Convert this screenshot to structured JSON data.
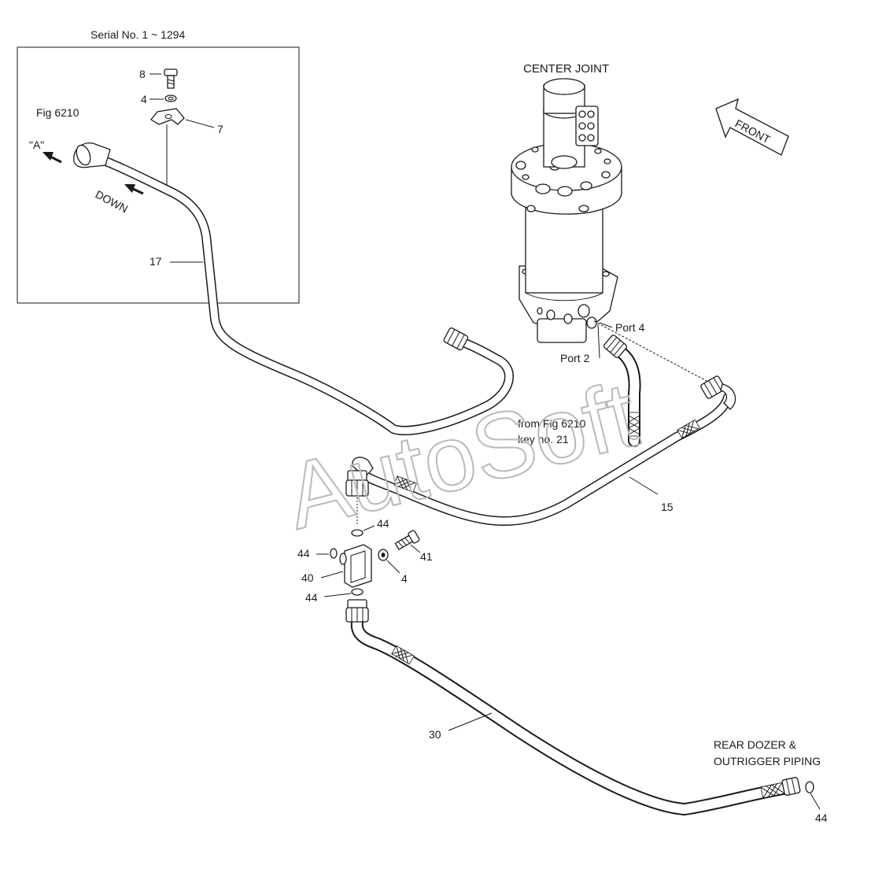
{
  "diagram": {
    "serial_range": "Serial No. 1 ~ 1294",
    "inset_fig": "Fig 6210",
    "view_a": "\"A\"",
    "down": "DOWN",
    "center_joint": "CENTER JOINT",
    "front": "FRONT",
    "port4": "Port 4",
    "port2": "Port 2",
    "from_fig_line1": "from Fig 6210",
    "from_fig_line2": "key no. 21",
    "rear_line1": "REAR DOZER &",
    "rear_line2": "OUTRIGGER PIPING",
    "watermark": "AutoSoft",
    "callouts": {
      "c8": "8",
      "c4a": "4",
      "c7": "7",
      "c17": "17",
      "c15": "15",
      "c44a": "44",
      "c44b": "44",
      "c44c": "44",
      "c44d": "44",
      "c40": "40",
      "c4b": "4",
      "c41": "41",
      "c30": "30"
    }
  }
}
